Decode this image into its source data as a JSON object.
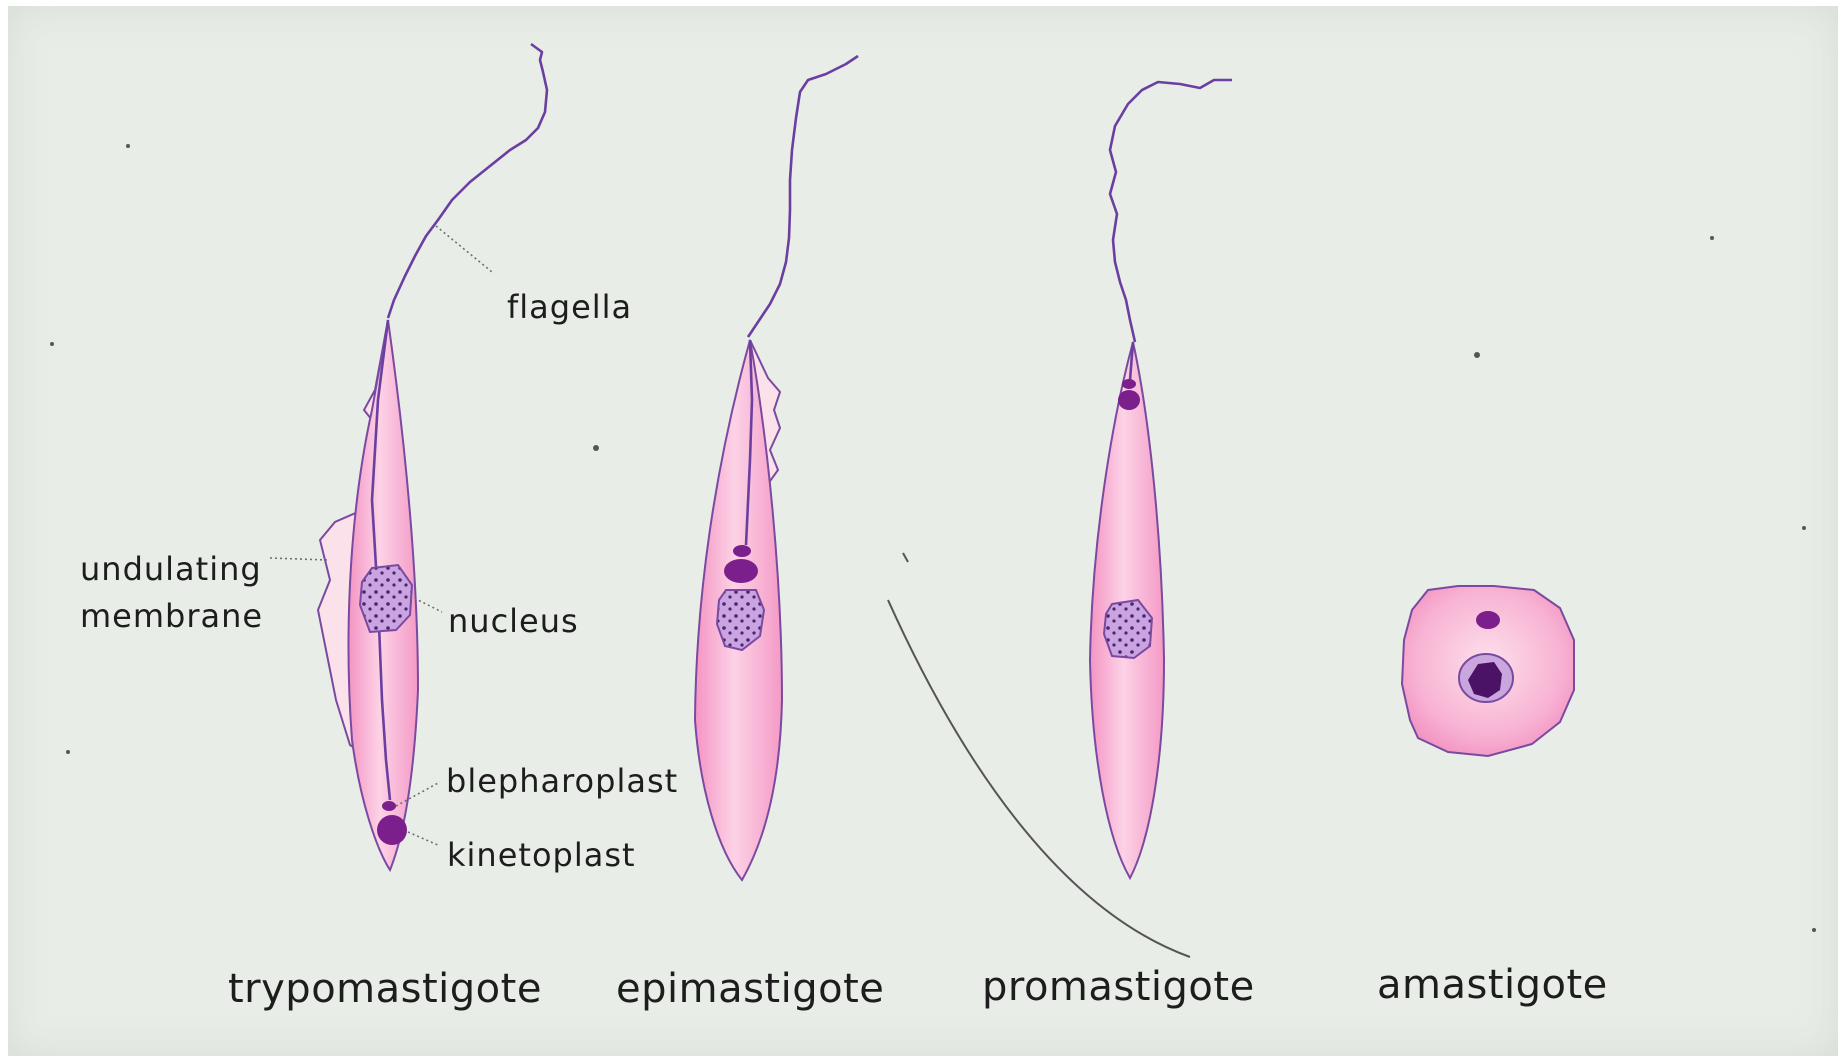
{
  "labels": {
    "flagella": "flagella",
    "undulating_membrane_line1": "undulating",
    "undulating_membrane_line2": "membrane",
    "nucleus": "nucleus",
    "blepharoplast": "blepharoplast",
    "kinetoplast": "kinetoplast"
  },
  "forms": {
    "trypomastigote": "trypomastigote",
    "epimastigote": "epimastigote",
    "promastigote": "promastigote",
    "amastigote": "amastigote"
  },
  "colors": {
    "background": "#e9ede7",
    "cell_body": "#f7b5d6",
    "membrane": "#fbe3ec",
    "nucleus": "#b38ad0",
    "kinetoplast": "#7b1f8c",
    "flagellum": "#6a3fa0"
  }
}
